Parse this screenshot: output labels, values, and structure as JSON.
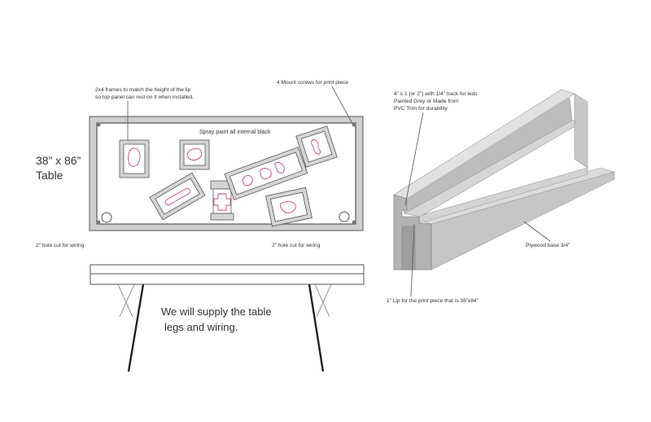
{
  "table_size": {
    "line1": "38” x 86”",
    "line2": "Table"
  },
  "top_view": {
    "frames_note": {
      "line1": "2x4 frames to match the height of the lip",
      "line2": "so top panel can rest on it when installed."
    },
    "screws_note": "4 Mount screws for print piece",
    "paint_note": "Spray paint all internal black",
    "hole_left": "2” hole cut for wiring",
    "hole_right": "2” hole cut for wiring"
  },
  "side_view": {
    "supply_note": {
      "line1": "We will supply the table",
      "line2": "legs and wiring."
    }
  },
  "profile_view": {
    "track_note": {
      "line1": "4” x 1 (or 2”) with 1/4” track for leds",
      "line2": "Painted Grey or Made from",
      "line3": "PVC Trim for durability"
    },
    "plywood_note": "Plywood base 3/4”",
    "lip_note": "1” Lip for the print piece that is 36”x84”"
  },
  "colors": {
    "line": "#555555",
    "frame_fill": "#d4d4d4",
    "shape_stroke": "#c24b7a",
    "profile_light": "#dcdcdc",
    "profile_mid": "#c6c6c6",
    "profile_dark": "#b3b3b3"
  }
}
